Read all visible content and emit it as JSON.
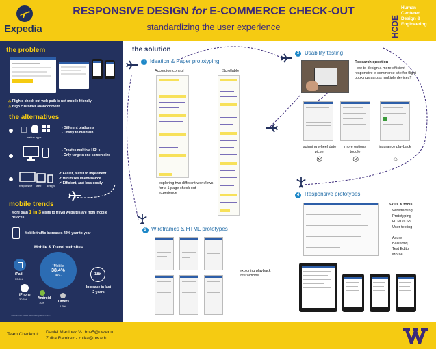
{
  "header": {
    "logo_text": "Expedia",
    "title_part1": "RESPONSIVE DESIGN ",
    "title_for": "for",
    "title_part2": " E-COMMERCE CHECK-OUT",
    "subtitle": "standardizing the user experience",
    "dept_acronym": "HCDE",
    "dept_name_lines": [
      "Human",
      "Centered",
      "Design &",
      "Engineering"
    ]
  },
  "problem": {
    "title": "the problem",
    "points": [
      "Flights check out web path is not mobile friendly",
      "High customer abandonment"
    ]
  },
  "alternatives": {
    "title": "the alternatives",
    "native_label": "native apps",
    "native_points": [
      "- Different platforms",
      "- Costly to maintain"
    ],
    "urls_points": [
      "- Creates multiple URLs",
      "- Only targets one screen size"
    ],
    "responsive_labels": [
      "responsive",
      "web",
      "design"
    ],
    "responsive_points": [
      "Easier, faster to implement",
      "Minimizes maintenance",
      "Efficient, and less costly"
    ]
  },
  "trends": {
    "title": "mobile trends",
    "visits_part1": "More than ",
    "visits_highlight": "1 in 3",
    "visits_part2": " visits to travel websites are from mobile devices.",
    "traffic": "Mobile traffic increases 42% year to year",
    "websites_title": "Mobile & Travel websites",
    "center_label": "*Mobile",
    "center_value": "38.4%",
    "center_sub": "avg.",
    "ipad_label": "iPad",
    "ipad_value": "53.6%",
    "iphone_label": "iPhone",
    "iphone_value": "30.6%",
    "android_label": "Android",
    "android_value": "10%",
    "others_label": "Others",
    "others_value": "6.6%",
    "increase_value": "18x",
    "increase_label": "Increase in last 2 years",
    "source": "Source: http://www.webhostingtrends.com/..."
  },
  "solution": {
    "title": "the solution",
    "stage1": {
      "num": "1",
      "title": "Ideation & Paper prototyping",
      "col1": "Accordion control",
      "col2": "Scrollable",
      "caption": "exploring two different workflows for a 1 page check out experience"
    },
    "stage2": {
      "num": "2",
      "title": "Wireframes & HTML prototypes",
      "caption": "exploring playback interactions"
    },
    "stage3": {
      "num": "3",
      "title": "Usability testing",
      "research_label": "Research question",
      "research_text": "How to design a more efficient responsive e-commerce site for flight bookings across multiple devices?",
      "findings": [
        {
          "label": "spinning wheel date picker",
          "mood": "sad"
        },
        {
          "label": "more options toggle",
          "mood": "sad"
        },
        {
          "label": "insurance playback",
          "mood": "happy"
        }
      ]
    },
    "stage4": {
      "num": "4",
      "title": "Responsive prototypes",
      "skills_title": "Skills & tools",
      "skills": [
        "Wireframing",
        "Prototyping",
        "HTML/CSS",
        "User testing"
      ],
      "tools": [
        "Axure",
        "Balsamiq",
        "Text Editor",
        "Morae"
      ]
    }
  },
  "footer": {
    "label": "Team Checkout:",
    "member1": "Daniel Martinez V- dmv5@uw.edu",
    "member2": "Zulka Ramirez - zulka@uw.edu",
    "uw_logo": "W"
  },
  "colors": {
    "uw_gold": "#f5cb12",
    "uw_purple": "#3b2a7a",
    "navy": "#23315e",
    "accent_blue": "#1e88c8"
  }
}
